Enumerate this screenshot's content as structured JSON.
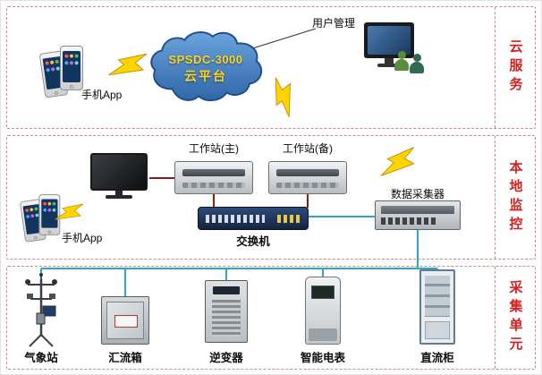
{
  "sections": [
    {
      "label": "云服务"
    },
    {
      "label": "本地监控"
    },
    {
      "label": "采集单元"
    }
  ],
  "cloud": {
    "name_line1": "SPSDC-3000",
    "name_line2": "云平台"
  },
  "nodes": {
    "phone_top": "手机App",
    "user_management": "用户管理",
    "phone_middle": "手机App",
    "workstation_main": "工作站(主)",
    "workstation_backup": "工作站(备)",
    "switch": "交换机",
    "data_collector": "数据采集器",
    "weather_station": "气象站",
    "combiner_box": "汇流箱",
    "inverter": "逆变器",
    "smart_meter": "智能电表",
    "dc_cabinet": "直流柜"
  },
  "colors": {
    "section_border": "#c98b8b",
    "section_label_red": "#d42020",
    "cloud_blue": "#3f7fc1",
    "cloud_text_yellow": "#ffd21e",
    "bolt_yellow": "#ffd400",
    "lan_line_red": "#8b1a1a",
    "bus_line_teal": "#2fa7c0"
  }
}
